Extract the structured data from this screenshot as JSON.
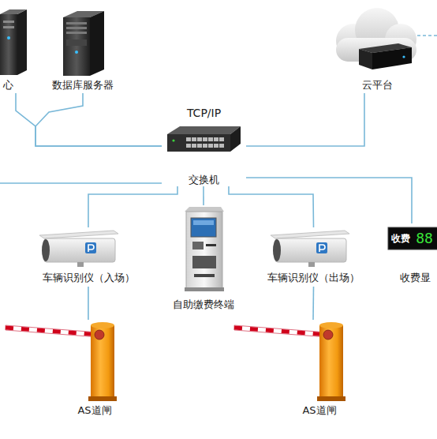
{
  "diagram": {
    "nodes": [
      {
        "text": [
          "心"
        ]
      },
      {
        "text": [
          "数据库服务器"
        ]
      },
      {
        "text": [
          "云平台"
        ]
      },
      {
        "text": [
          "TCP/IP",
          "交换机"
        ]
      },
      {
        "text": [
          "车辆识别仪（入场）"
        ]
      },
      {
        "text": [
          "自助缴费终端"
        ]
      },
      {
        "text": [
          "车辆识别仪（出场）"
        ]
      },
      {
        "text": [
          "收费",
          "88",
          "收费显"
        ]
      },
      {
        "text": [
          "AS道闸"
        ]
      },
      {
        "text": [
          "AS道闸"
        ]
      }
    ],
    "edges": [
      {
        "from": 0,
        "to": 3,
        "arrow": "none"
      },
      {
        "from": 1,
        "to": 3,
        "arrow": "none"
      },
      {
        "from": 2,
        "to": 3,
        "arrow": "none"
      },
      {
        "from": 3,
        "to": 4,
        "arrow": "none"
      },
      {
        "from": 3,
        "to": 5,
        "arrow": "none"
      },
      {
        "from": 3,
        "to": 6,
        "arrow": "none"
      },
      {
        "from": 3,
        "to": 7,
        "arrow": "none"
      },
      {
        "from": 4,
        "to": 8,
        "arrow": "none"
      },
      {
        "from": 6,
        "to": 9,
        "arrow": "none"
      }
    ]
  }
}
